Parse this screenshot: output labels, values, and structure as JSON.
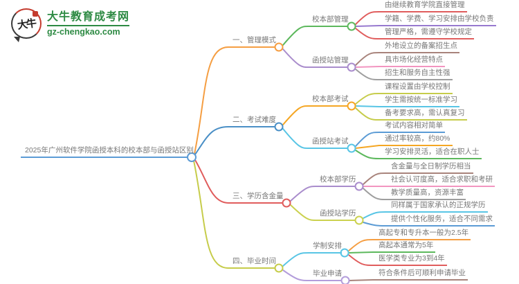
{
  "logo": {
    "badge_text": "大牛",
    "site_name": "大牛教育成考网",
    "site_url": "gz-chengkao.com",
    "brand_green": "#2d8a43",
    "brand_red": "#c43b2e"
  },
  "mindmap": {
    "root": {
      "text": "2025年广州软件学院函授本科的校本部与函授站区别",
      "color": "#5b9bd5"
    },
    "branches": [
      {
        "label": "一、管理模式",
        "color": "#f59e42",
        "children": [
          {
            "label": "校本部管理",
            "color": "#5cb85c",
            "leaves": [
              {
                "text": "由继续教育学院直接管理",
                "color": "#e05c5c"
              },
              {
                "text": "学籍、学费、学习安排由学校负责",
                "color": "#9779cf"
              },
              {
                "text": "管理严格，需遵守学校规定",
                "color": "#e05c5c"
              }
            ]
          },
          {
            "label": "函授站管理",
            "color": "#a98ccc",
            "leaves": [
              {
                "text": "外地设立的备案招生点",
                "color": "#a8837b"
              },
              {
                "text": "具市场化经营特点",
                "color": "#f295c0"
              },
              {
                "text": "招生和服务自主性强",
                "color": "#9e9e9e"
              }
            ]
          }
        ]
      },
      {
        "label": "二、考试难度",
        "color": "#4a8fc6",
        "children": [
          {
            "label": "校本部考试",
            "color": "#f5a623",
            "leaves": [
              {
                "text": "课程设置由学校控制",
                "color": "#c6cc4a"
              },
              {
                "text": "学生需按统一标准学习",
                "color": "#58c5e5"
              },
              {
                "text": "备考要求高，需认真复习",
                "color": "#c6cc4a"
              }
            ]
          },
          {
            "label": "函授站考试",
            "color": "#58c5e5",
            "leaves": [
              {
                "text": "考试内容相对简单",
                "color": "#5b9bd5"
              },
              {
                "text": "通过率较高，约80%",
                "color": "#f5a623"
              },
              {
                "text": "学习安排灵活，适合在职人士",
                "color": "#5cb85c"
              }
            ]
          }
        ]
      },
      {
        "label": "三、学历含金量",
        "color": "#e05c5c",
        "children": [
          {
            "label": "校本部学历",
            "color": "#a98ccc",
            "leaves": [
              {
                "text": "含金量与全日制学历相当",
                "color": "#a8837b"
              },
              {
                "text": "社会认可度高，适合求职和考研",
                "color": "#f295c0"
              },
              {
                "text": "教学质量高，资源丰富",
                "color": "#9e9e9e"
              }
            ]
          },
          {
            "label": "函授站学历",
            "color": "#cbd14f",
            "leaves": [
              {
                "text": "同样属于国家承认的正规学历",
                "color": "#58c5e5"
              },
              {
                "text": "提供个性化服务，适合不同需求",
                "color": "#5b9bd5"
              }
            ]
          }
        ]
      },
      {
        "label": "四、毕业时间",
        "color": "#c6cc4a",
        "children": [
          {
            "label": "学制安排",
            "color": "#58c5e5",
            "leaves": [
              {
                "text": "高起专和专升本一般为2.5年",
                "color": "#f59e42"
              },
              {
                "text": "高起本通常为5年",
                "color": "#5cb85c"
              },
              {
                "text": "医学类专业为3到4年",
                "color": "#e05c5c"
              }
            ]
          },
          {
            "label": "毕业申请",
            "color": "#b39ddb",
            "leaves": [
              {
                "text": "符合条件后可顺利申请毕业",
                "color": "#a8837b"
              }
            ]
          }
        ]
      }
    ]
  }
}
